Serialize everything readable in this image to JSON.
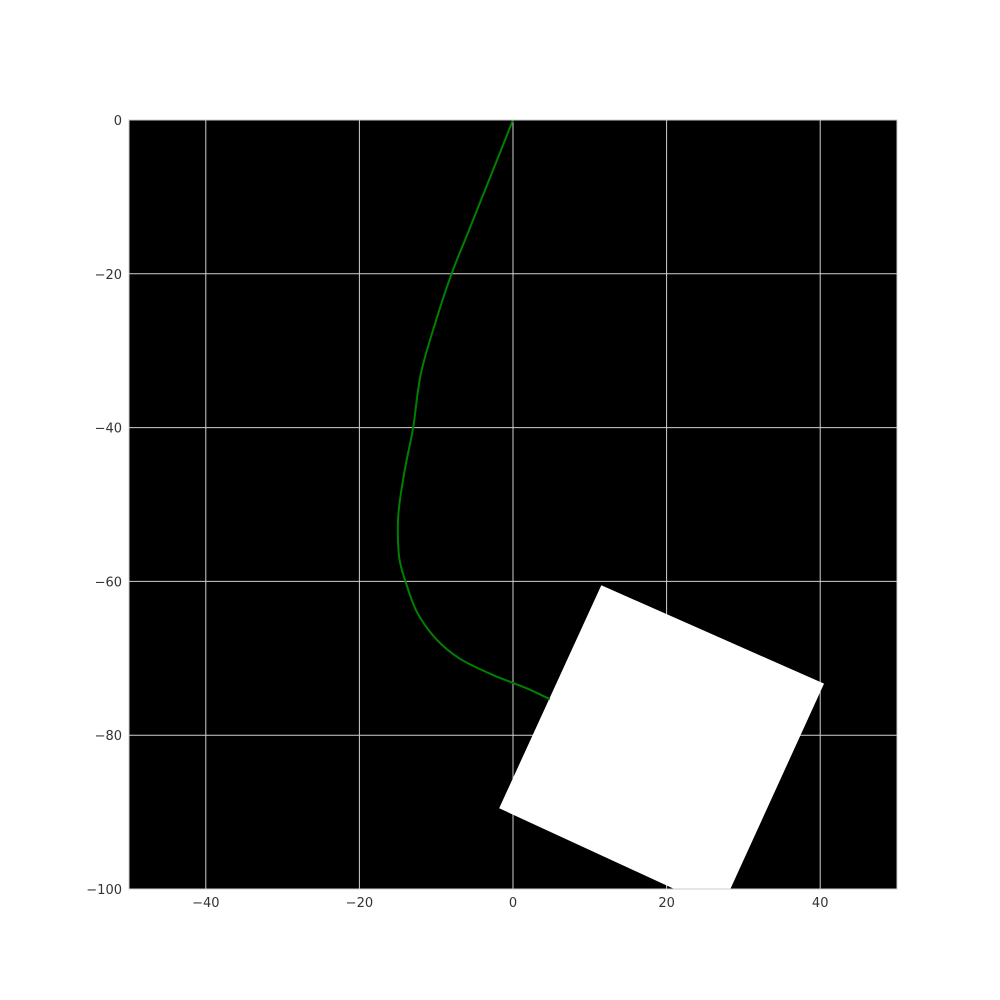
{
  "chart_data": {
    "type": "line",
    "title": "",
    "xlabel": "",
    "ylabel": "",
    "xlim": [
      -50,
      50
    ],
    "ylim": [
      -100,
      0
    ],
    "grid": true,
    "x_ticks": [
      -40,
      -20,
      0,
      20,
      40
    ],
    "y_ticks": [
      0,
      -20,
      -40,
      -60,
      -80,
      -100
    ],
    "background_color": "#000000",
    "grid_color": "#d0d0d0",
    "series": [
      {
        "color": "#008000",
        "x": [
          0,
          -2,
          -4,
          -6,
          -8,
          -10,
          -12,
          -13,
          -14,
          -14.8,
          -15,
          -14.8,
          -14,
          -12.5,
          -10,
          -7,
          -3,
          0,
          2,
          4.8
        ],
        "y": [
          0,
          -5,
          -10,
          -15,
          -20,
          -26,
          -33,
          -40,
          -45,
          -50,
          -53,
          -57,
          -60,
          -64,
          -67.5,
          -70,
          -72,
          -73.2,
          -74,
          -75.3
        ]
      }
    ],
    "shapes": [
      {
        "type": "polygon",
        "color": "#ffffff",
        "points": [
          [
            11.5,
            -60.5
          ],
          [
            40.5,
            -73.3
          ],
          [
            28.3,
            -100
          ],
          [
            21,
            -100
          ],
          [
            -1.8,
            -89.5
          ]
        ]
      }
    ]
  }
}
